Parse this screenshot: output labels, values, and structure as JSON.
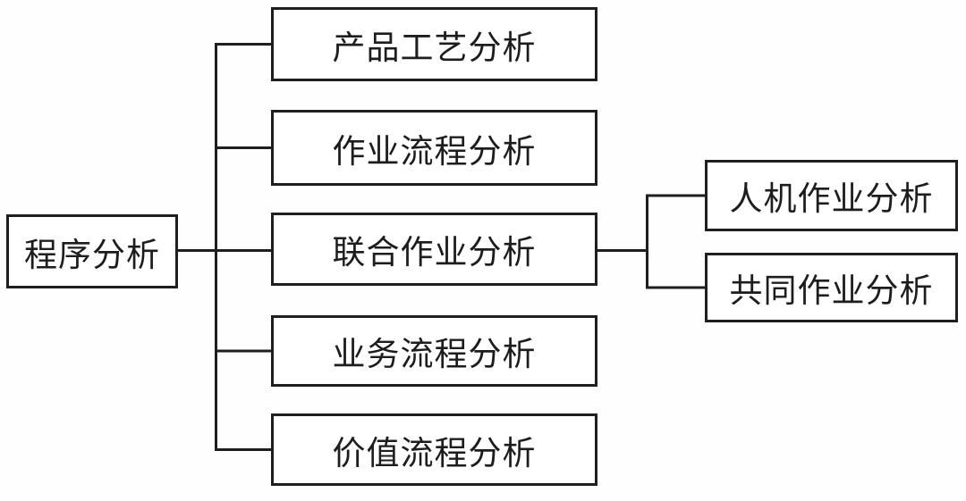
{
  "diagram": {
    "type": "tree",
    "root": {
      "label": "程序分析"
    },
    "children": [
      {
        "label": "产品工艺分析"
      },
      {
        "label": "作业流程分析"
      },
      {
        "label": "联合作业分析",
        "children": [
          {
            "label": "人机作业分析"
          },
          {
            "label": "共同作业分析"
          }
        ]
      },
      {
        "label": "业务流程分析"
      },
      {
        "label": "价值流程分析"
      }
    ]
  },
  "colors": {
    "border": "#1f1f1f",
    "line": "#1f1f1f",
    "text": "#1d1d1d",
    "node_background": "#ffffff",
    "page_background": "#fefefe"
  }
}
